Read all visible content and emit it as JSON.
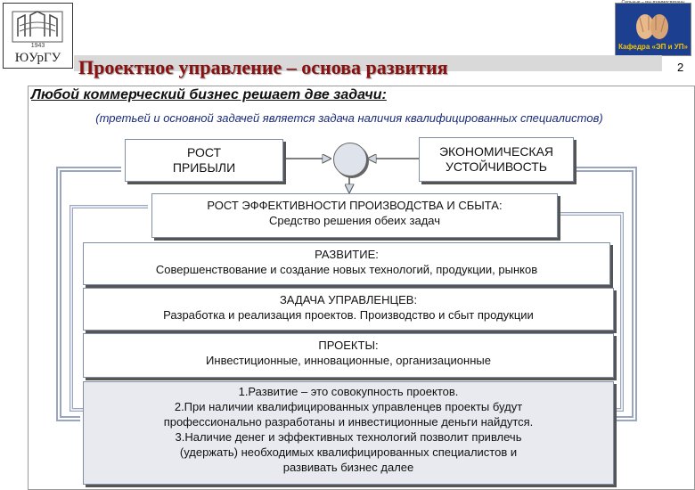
{
  "header": {
    "logo_year": "1943",
    "logo_name": "ЮУрГУ",
    "title": "Проектное управление – основа развития",
    "slide_number": "2",
    "dept_motto": "Сильные – мы взаимосвязаны",
    "dept_label": "Кафедра «ЭП и УП»"
  },
  "lead": "Любой коммерческий бизнес решает две задачи:",
  "note": "(третьей и основной задачей является задача наличия квалифицированных специалистов)",
  "boxes": {
    "profit": [
      "РОСТ",
      "ПРИБЫЛИ"
    ],
    "stability": [
      "ЭКОНОМИЧЕСКАЯ",
      "УСТОЙЧИВОСТЬ"
    ],
    "efficiency": [
      "РОСТ ЭФФЕКТИВНОСТИ ПРОИЗВОДСТВА И СБЫТА:",
      "Средство  решения обеих задач"
    ],
    "development": [
      "РАЗВИТИЕ:",
      "Совершенствование и создание новых технологий, продукции, рынков"
    ],
    "managers": [
      "ЗАДАЧА УПРАВЛЕНЦЕВ:",
      "Разработка и реализация проектов. Производство и сбыт продукции"
    ],
    "projects": [
      "ПРОЕКТЫ:",
      "Инвестиционные, инновационные, организационные"
    ],
    "conclusions": [
      "1.Развитие – это совокупность проектов.",
      "2.При наличии квалифицированных управленцев проекты будут",
      "профессионально разработаны и инвестиционные деньги найдутся.",
      "3.Наличие денег и эффективных технологий позволит привлечь",
      "(удержать) необходимых квалифицированных специалистов и",
      "развивать бизнес далее"
    ]
  },
  "colors": {
    "title": "#8b1010",
    "note": "#1a2a7a",
    "dept_box": "#1d3f8f",
    "dept_label": "#f5c400"
  }
}
